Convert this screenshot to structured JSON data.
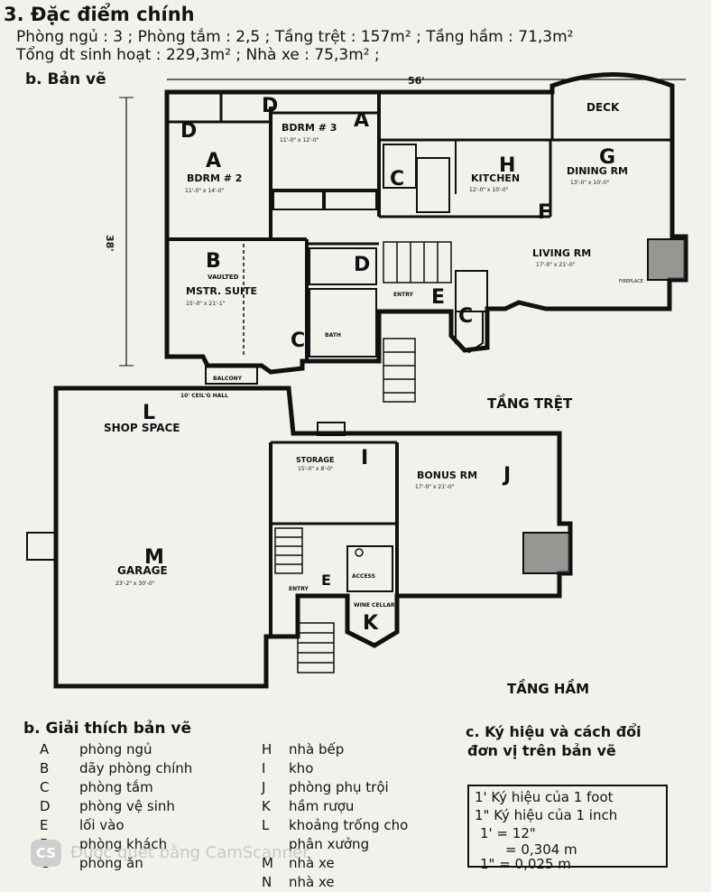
{
  "section": {
    "title": "3. Đặc điểm chính",
    "spec_line1": "Phòng ngủ : 3  ; Phòng tắm : 2,5  ; Tầng trệt : 157m²  ; Tầng hầm : 71,3m²",
    "spec_line2": "Tổng dt sinh hoạt : 229,3m²   ;   Nhà xe : 75,3m² ;"
  },
  "drawing": {
    "title": "b. Bản vẽ",
    "width_dim": "56'",
    "height_dim": "38'",
    "ground_floor_label": "TẦNG TRỆT",
    "basement_label": "TẦNG HẦM",
    "rooms": {
      "deck": "DECK",
      "bdrm3": "BDRM # 3",
      "bdrm3_size": "11'-0\" x 12'-0\"",
      "bdrm2": "BDRM # 2",
      "bdrm2_size": "11'-0\" x 14'-0\"",
      "kitchen": "KITCHEN",
      "kitchen_size": "12'-0\" x 10'-0\"",
      "dining": "DINING RM",
      "dining_size": "13'-0\" x 10'-0\"",
      "living": "LIVING RM",
      "living_size": "17'-0\" x 21'-0\"",
      "vaulted": "VAULTED",
      "master": "MSTR. SUITE",
      "master_size": "15'-0\" x 21'-1\"",
      "bath": "BATH",
      "entry": "ENTRY",
      "balcony": "BALCONY",
      "fireplace": "FIREPLACE",
      "ceiling": "10' CEIL'G HALL",
      "shop": "SHOP SPACE",
      "storage": "STORAGE",
      "storage_size": "15'-0\" x 8'-0\"",
      "bonus": "BONUS RM",
      "bonus_size": "17'-0\" x 21'-0\"",
      "garage": "GARAGE",
      "garage_size": "23'-2\" x 30'-0\"",
      "wine": "WINE CELLAR",
      "access": "ACCESS",
      "entry2": "ENTRY"
    },
    "letters": {
      "A": "A",
      "B": "B",
      "C": "C",
      "D": "D",
      "E": "E",
      "F": "F",
      "G": "G",
      "H": "H",
      "I": "I",
      "J": "J",
      "K": "K",
      "L": "L",
      "M": "M"
    }
  },
  "legend": {
    "title": "b. Giải thích bản vẽ",
    "left": [
      {
        "key": "A",
        "text": "phòng ngủ"
      },
      {
        "key": "B",
        "text": "dãy phòng chính"
      },
      {
        "key": "C",
        "text": "phòng tắm"
      },
      {
        "key": "D",
        "text": "phòng vệ sinh"
      },
      {
        "key": "E",
        "text": "lối vào"
      },
      {
        "key": "F",
        "text": "phòng khách"
      },
      {
        "key": "G",
        "text": "phòng ăn"
      }
    ],
    "right": [
      {
        "key": "H",
        "text": "nhà bếp"
      },
      {
        "key": "I",
        "text": "kho"
      },
      {
        "key": "J",
        "text": "phòng phụ trội"
      },
      {
        "key": "K",
        "text": "hầm rượu"
      },
      {
        "key": "L",
        "text": "khoảng trống cho"
      },
      {
        "key": "",
        "text": "phân xưởng"
      },
      {
        "key": "M",
        "text": "nhà xe"
      },
      {
        "key": "N",
        "text": "nhà xe"
      }
    ]
  },
  "conversion": {
    "title_line1": "c. Ký hiệu và cách đổi",
    "title_line2": "đơn vị trên bản vẽ",
    "line1": "1' Ký hiệu của 1 foot",
    "line2": "1\" Ký hiệu của 1 inch",
    "line3": "1'  = 12\"",
    "line4": "= 0,304 m",
    "line5": "1\"  = 0,025 m"
  },
  "watermark": {
    "logo": "CS",
    "text": "Được quét bằng CamScanner"
  }
}
